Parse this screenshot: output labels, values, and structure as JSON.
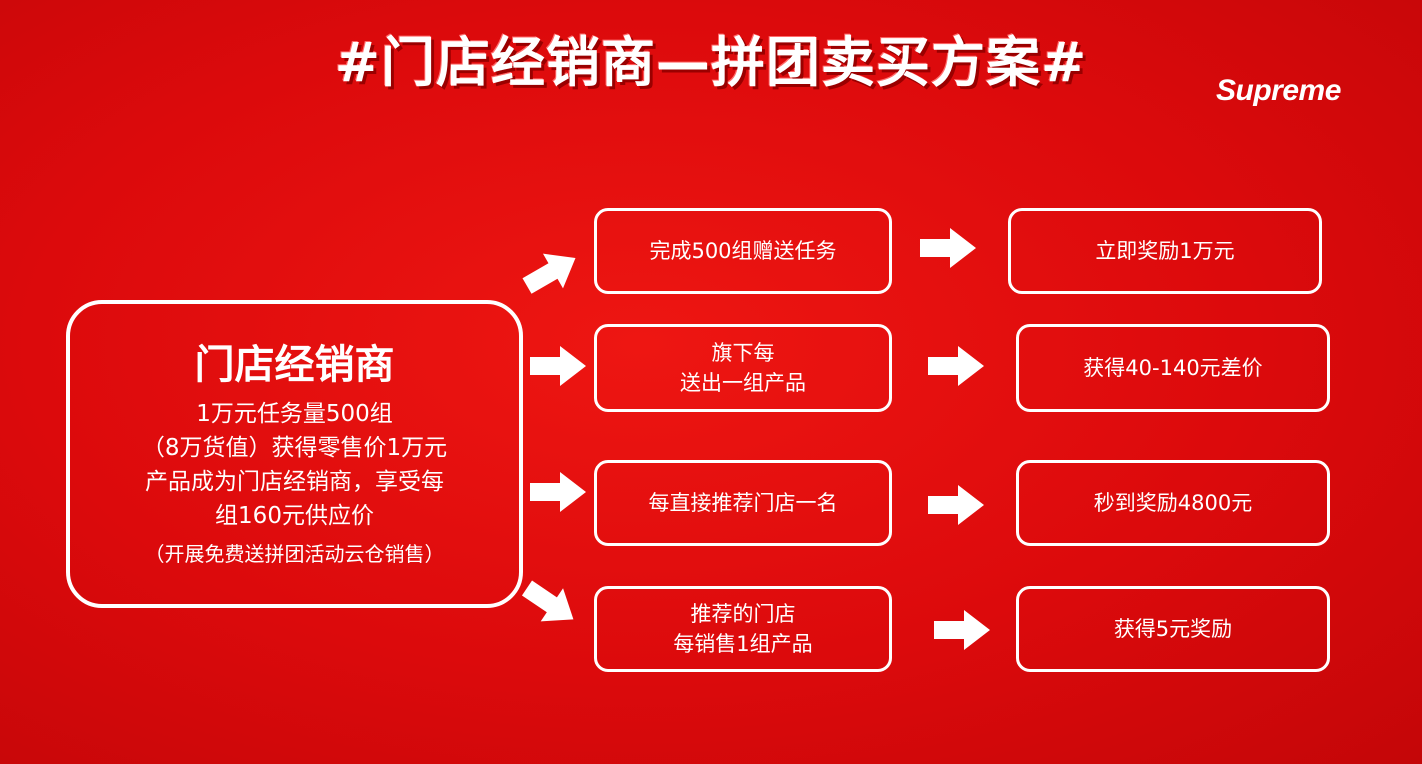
{
  "title": "#门店经销商—拼团卖买方案#",
  "logo": "Supreme",
  "main_box": {
    "heading": "门店经销商",
    "lines": [
      "1万元任务量500组",
      "（8万货值）获得零售价1万元",
      "产品成为门店经销商，享受每",
      "组160元供应价"
    ],
    "note": "（开展免费送拼团活动云仓销售）"
  },
  "flows": [
    {
      "condition": [
        "完成500组赠送任务"
      ],
      "reward": "立即奖励1万元"
    },
    {
      "condition": [
        "旗下每",
        "送出一组产品"
      ],
      "reward": "获得40-140元差价"
    },
    {
      "condition": [
        "每直接推荐门店一名"
      ],
      "reward": "秒到奖励4800元"
    },
    {
      "condition": [
        "推荐的门店",
        "每销售1组产品"
      ],
      "reward": "获得5元奖励"
    }
  ],
  "colors": {
    "background": "#dc0a0c",
    "foreground": "#ffffff"
  }
}
